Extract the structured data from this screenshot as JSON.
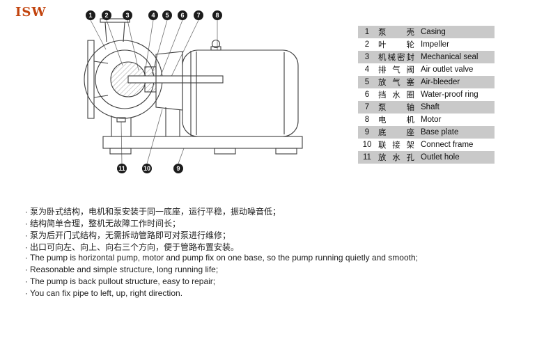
{
  "title": "ISW",
  "bullet_char": "·",
  "colors": {
    "accent": "#c2440e",
    "table_stripe": "#c9c9c9",
    "text": "#1c1c1c",
    "drawing_line": "#3d3d3d"
  },
  "callouts": [
    "1",
    "2",
    "3",
    "4",
    "5",
    "6",
    "7",
    "8",
    "9",
    "10",
    "11"
  ],
  "parts_table": {
    "rows": [
      {
        "num": "1",
        "cn": "泵壳",
        "en": "Casing"
      },
      {
        "num": "2",
        "cn": "叶轮",
        "en": "Impeller"
      },
      {
        "num": "3",
        "cn": "机械密封",
        "en": "Mechanical seal"
      },
      {
        "num": "4",
        "cn": "排气阀",
        "en": "Air outlet valve"
      },
      {
        "num": "5",
        "cn": "放气塞",
        "en": "Air-bleeder"
      },
      {
        "num": "6",
        "cn": "挡水圈",
        "en": "Water-proof ring"
      },
      {
        "num": "7",
        "cn": "泵轴",
        "en": "Shaft"
      },
      {
        "num": "8",
        "cn": "电机",
        "en": "Motor"
      },
      {
        "num": "9",
        "cn": "底座",
        "en": "Base plate"
      },
      {
        "num": "10",
        "cn": "联接架",
        "en": "Connect frame"
      },
      {
        "num": "11",
        "cn": "放水孔",
        "en": "Outlet hole"
      }
    ]
  },
  "features_cn": [
    "泵为卧式结构，电机和泵安装于同一底座，运行平稳，振动噪音低；",
    "结构简单合理，整机无故障工作时间长；",
    "泵为后开门式结构，无需拆动管路即可对泵进行维修；",
    "出口可向左、向上、向右三个方向，便于管路布置安装。"
  ],
  "features_en": [
    "The pump is horizontal pump, motor and pump fix on one base, so the pump running quietly and smooth;",
    "Reasonable and simple structure, long running life;",
    "The pump is back pullout structure, easy to repair;",
    "You can fix pipe to left, up, right direction."
  ]
}
